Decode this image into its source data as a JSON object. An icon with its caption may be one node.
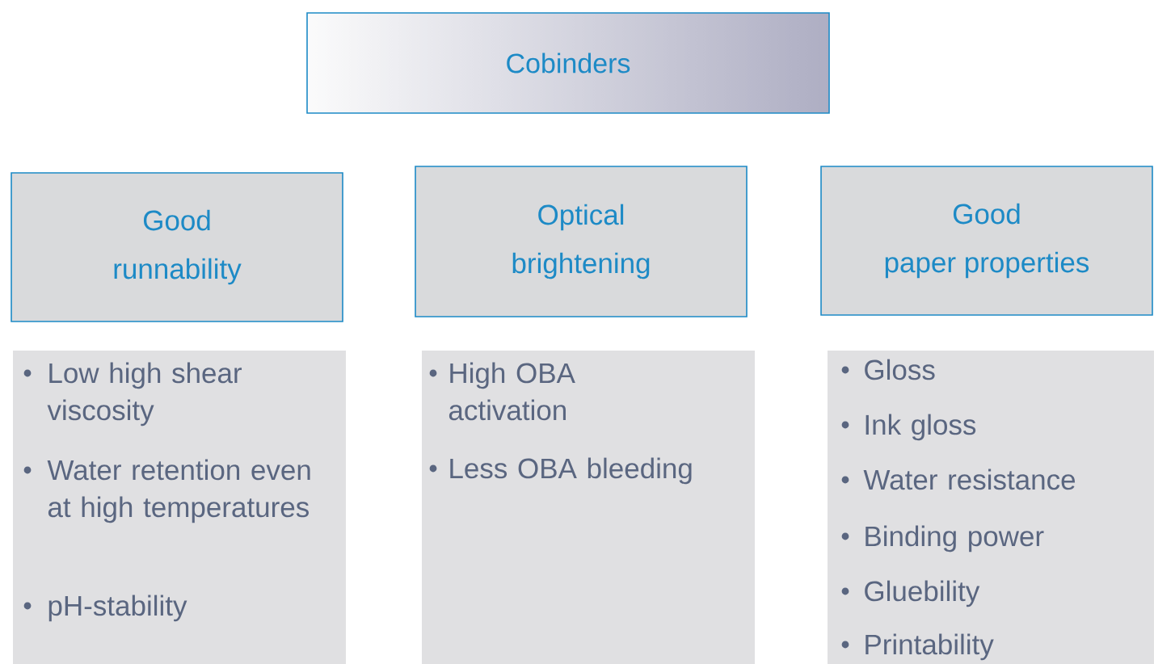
{
  "diagram": {
    "nodes": [
      {
        "text": [
          "Cobinders"
        ]
      },
      {
        "text": [
          "Good",
          "runnability"
        ]
      },
      {
        "text": [
          "Optical",
          "brightening"
        ]
      },
      {
        "text": [
          "Good",
          "paper properties"
        ]
      },
      {
        "text": [
          "Low high shear viscosity",
          "Water retention even at high temperatures",
          "pH-stability"
        ]
      },
      {
        "text": [
          "High OBA activation",
          "Less OBA bleeding"
        ]
      },
      {
        "text": [
          "Gloss",
          "Ink gloss",
          "Water resistance",
          "Binding power",
          "Gluebility",
          "Printability"
        ]
      }
    ],
    "edges": []
  }
}
